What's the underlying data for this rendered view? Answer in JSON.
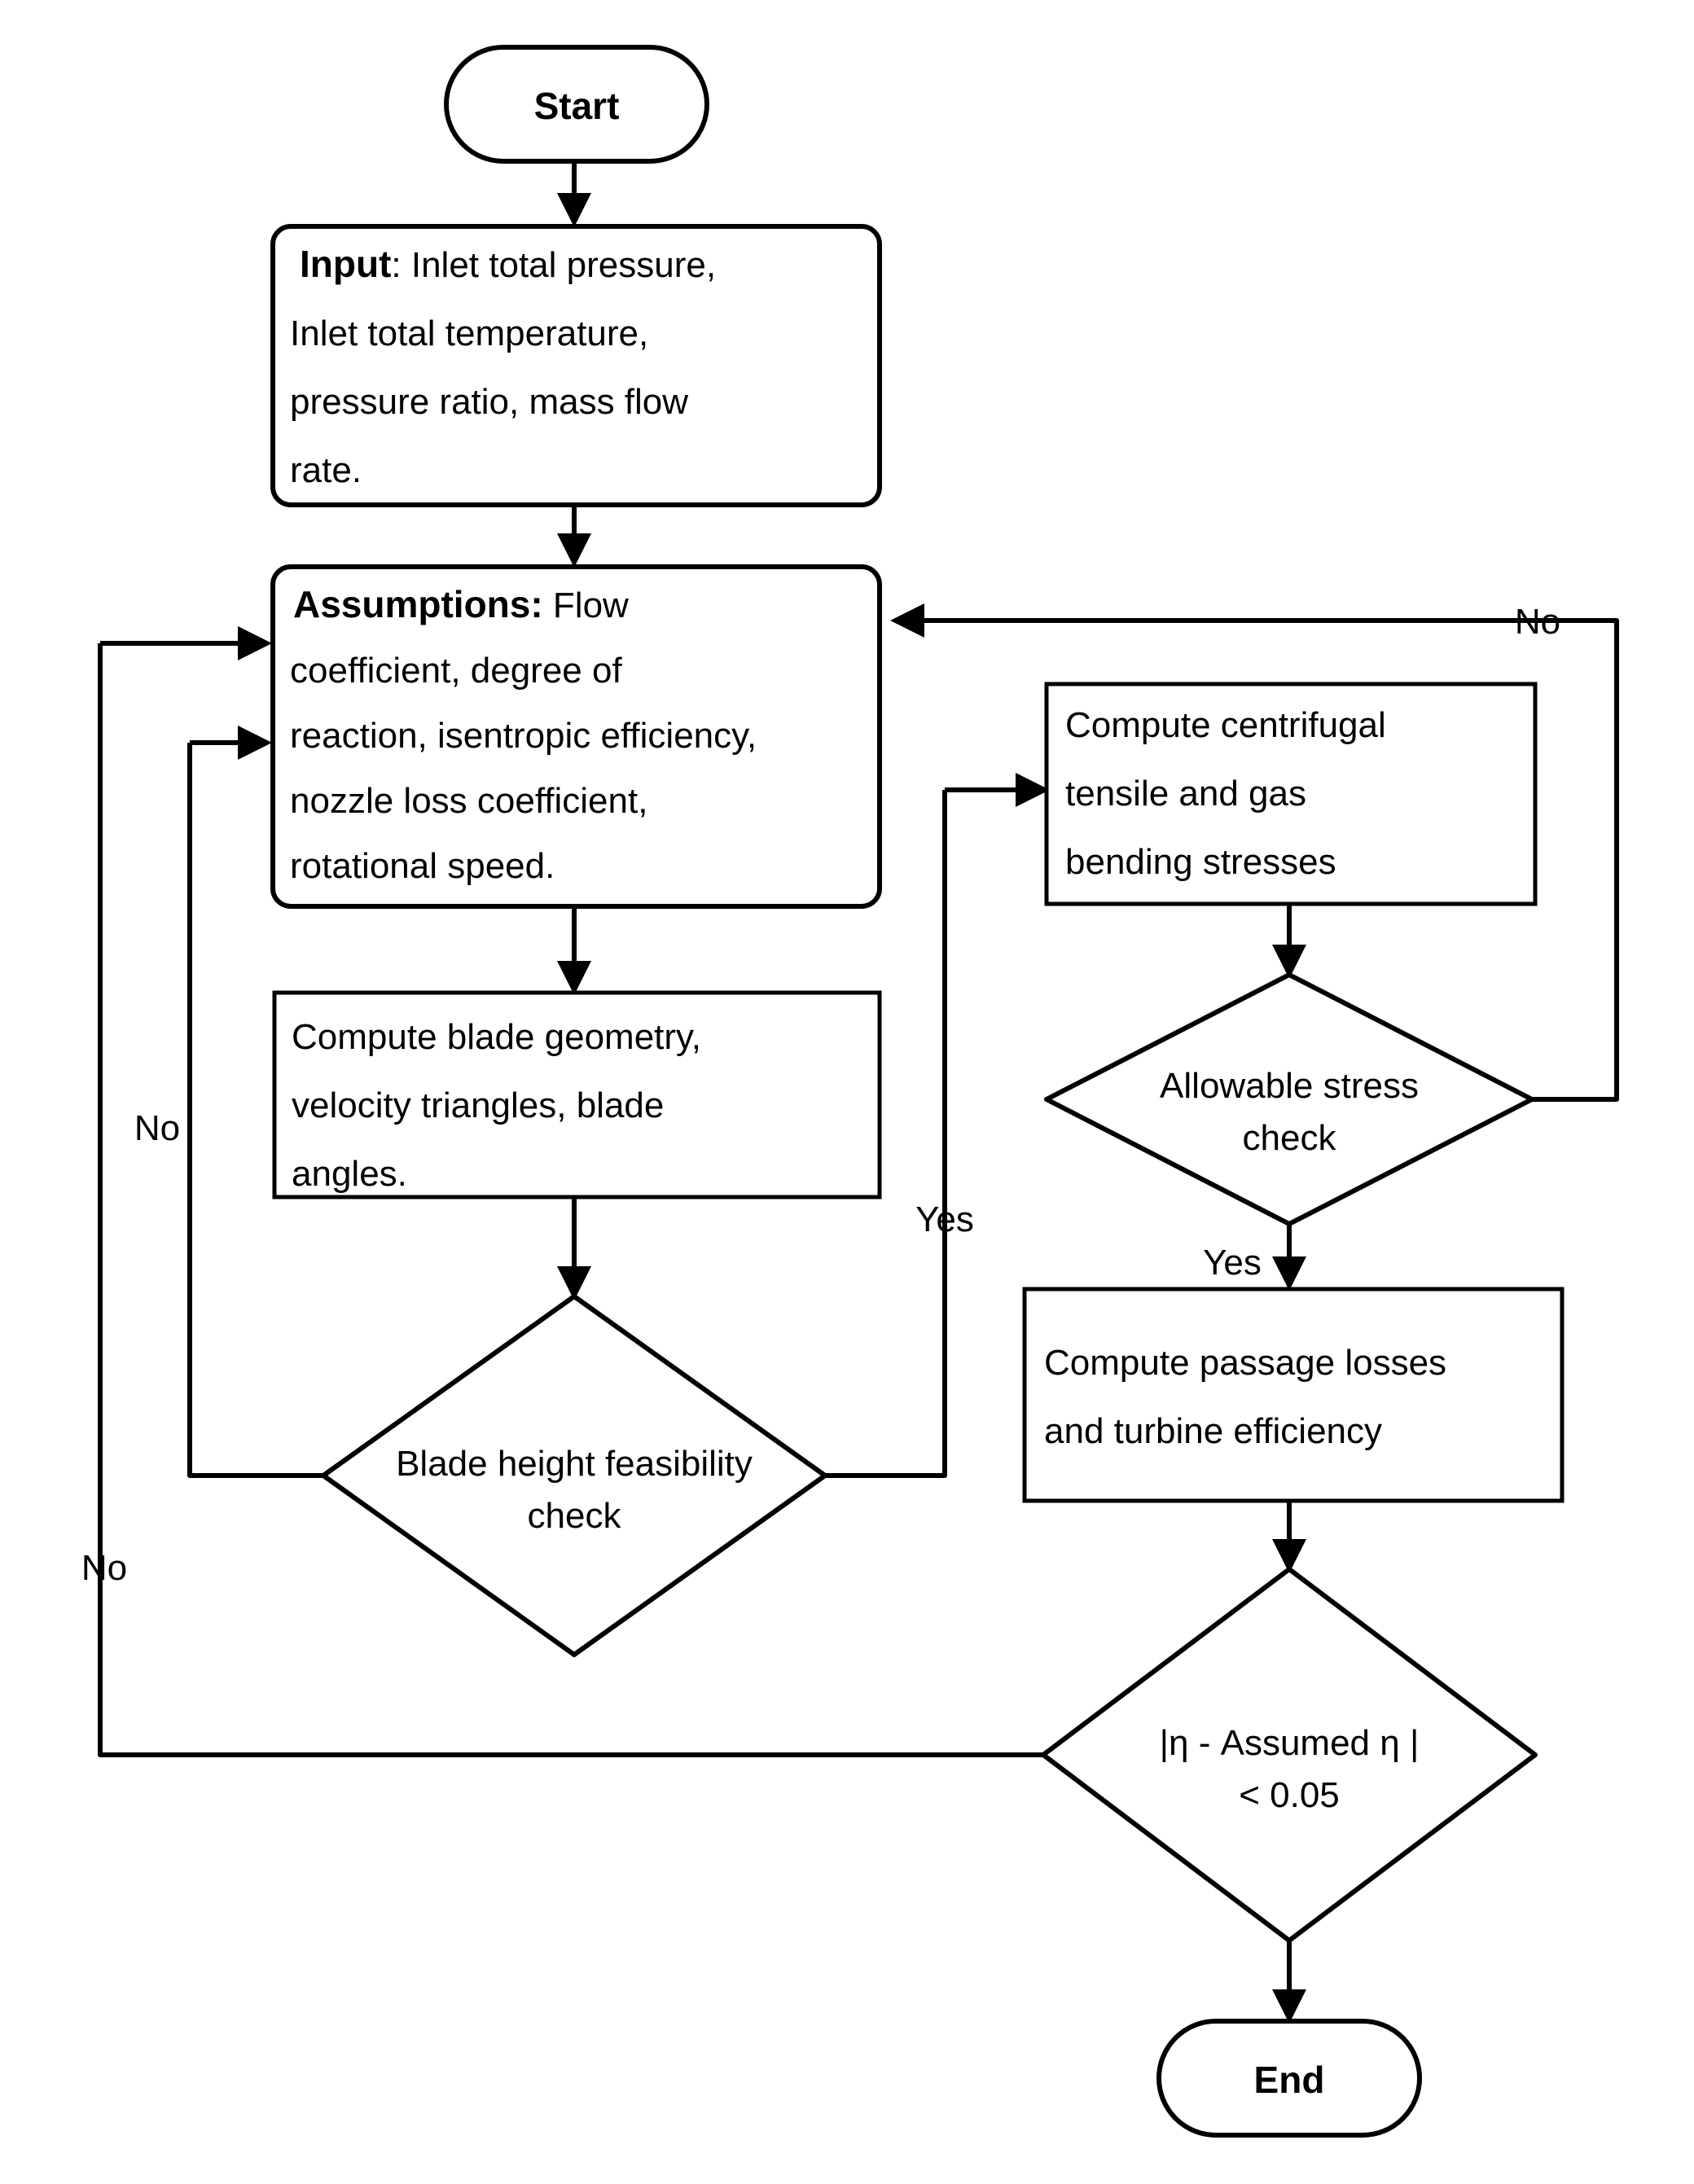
{
  "diagram": {
    "type": "flowchart",
    "title": "Turbine preliminary design iteration flowchart",
    "orientation": "top-to-bottom, two columns",
    "colors": {
      "stroke": "#000000",
      "fill": "#ffffff",
      "text": "#000000"
    }
  },
  "nodes": {
    "start": {
      "label": "Start",
      "shape": "terminator"
    },
    "input": {
      "shape": "process-rounded",
      "bold_prefix": "Input",
      "lines": [
        {
          "bold": "Input",
          "rest": ": Inlet total pressure,"
        },
        {
          "bold": "",
          "rest": "Inlet total temperature,"
        },
        {
          "bold": "",
          "rest": "pressure ratio, mass  flow"
        },
        {
          "bold": "",
          "rest": "rate."
        }
      ]
    },
    "assumptions": {
      "shape": "process-rounded",
      "bold_prefix": "Assumptions:",
      "lines": [
        {
          "bold": "Assumptions:",
          "rest": " Flow"
        },
        {
          "bold": "",
          "rest": "coefficient, degree of"
        },
        {
          "bold": "",
          "rest": "reaction, isentropic efficiency,"
        },
        {
          "bold": "",
          "rest": "nozzle loss coefficient,"
        },
        {
          "bold": "",
          "rest": "rotational speed."
        }
      ]
    },
    "blade_geometry": {
      "shape": "process",
      "lines": [
        "Compute blade geometry,",
        "velocity triangles,  blade",
        "angles."
      ]
    },
    "blade_height_check": {
      "shape": "decision",
      "lines": [
        "Blade height feasibility",
        "check"
      ]
    },
    "stresses": {
      "shape": "process",
      "lines": [
        "Compute centrifugal",
        "tensile and gas",
        "bending stresses"
      ]
    },
    "stress_check": {
      "shape": "decision",
      "lines": [
        "Allowable stress",
        "check"
      ]
    },
    "passage_losses": {
      "shape": "process",
      "lines": [
        "Compute passage losses",
        "and turbine efficiency"
      ]
    },
    "eta_check": {
      "shape": "decision",
      "lines": [
        "|η - Assumed η |",
        "< 0.05"
      ]
    },
    "end": {
      "label": "End",
      "shape": "terminator"
    }
  },
  "edge_labels": {
    "blade_height_no": "No",
    "blade_height_yes": "Yes",
    "stress_no": "No",
    "stress_yes": "Yes",
    "eta_no": "No"
  },
  "edges": [
    {
      "from": "start",
      "to": "input",
      "label": ""
    },
    {
      "from": "input",
      "to": "assumptions",
      "label": ""
    },
    {
      "from": "assumptions",
      "to": "blade_geometry",
      "label": ""
    },
    {
      "from": "blade_geometry",
      "to": "blade_height_check",
      "label": ""
    },
    {
      "from": "blade_height_check",
      "to": "assumptions",
      "label": "No"
    },
    {
      "from": "blade_height_check",
      "to": "stresses",
      "label": "Yes"
    },
    {
      "from": "stresses",
      "to": "stress_check",
      "label": ""
    },
    {
      "from": "stress_check",
      "to": "assumptions",
      "label": "No"
    },
    {
      "from": "stress_check",
      "to": "passage_losses",
      "label": "Yes"
    },
    {
      "from": "passage_losses",
      "to": "eta_check",
      "label": ""
    },
    {
      "from": "eta_check",
      "to": "assumptions",
      "label": "No"
    },
    {
      "from": "eta_check",
      "to": "end",
      "label": ""
    }
  ]
}
